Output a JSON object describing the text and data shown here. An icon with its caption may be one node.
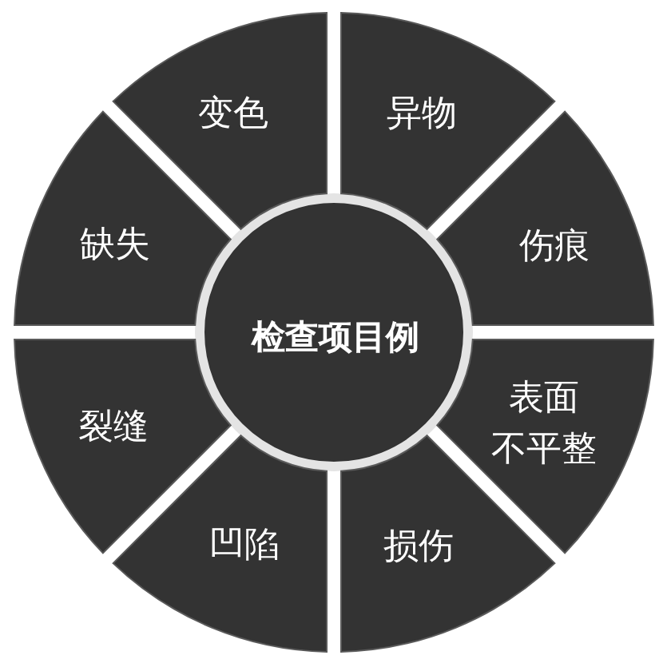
{
  "diagram": {
    "nodes": [
      {
        "text": [
          "检查项目例"
        ]
      },
      {
        "text": [
          "变色"
        ]
      },
      {
        "text": [
          "异物"
        ]
      },
      {
        "text": [
          "伤痕"
        ]
      },
      {
        "text": [
          "表面不平整"
        ]
      },
      {
        "text": [
          "损伤"
        ]
      },
      {
        "text": [
          "凹陷"
        ]
      },
      {
        "text": [
          "裂缝"
        ]
      },
      {
        "text": [
          "缺失"
        ]
      }
    ]
  }
}
